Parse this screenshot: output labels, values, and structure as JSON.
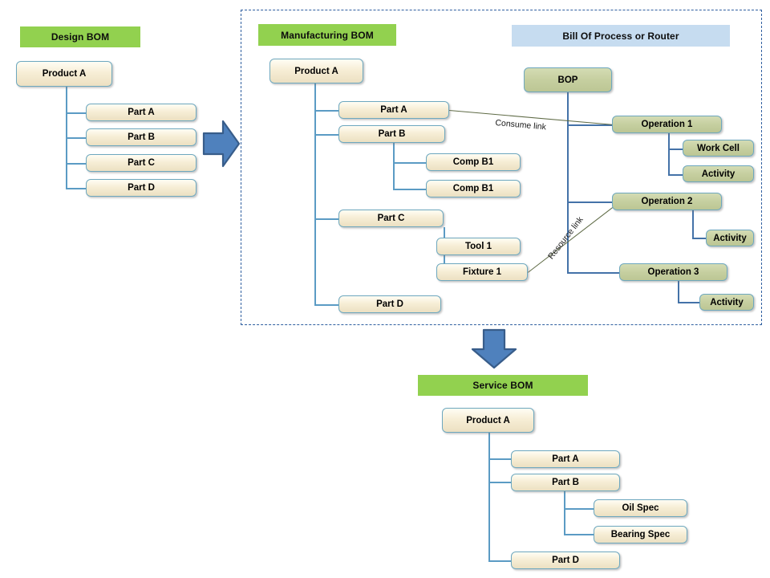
{
  "colors": {
    "band_green": "#92D14F",
    "band_blue": "#C6DCF0",
    "node_cream": "#F3E8CC",
    "node_sage": "#C6CFA0",
    "node_border": "#6EA8BF",
    "connector": "#5B9BC4",
    "arrow_fill": "#4F81BD",
    "arrow_border": "#385D8A",
    "dashed_border": "#2F5FA0",
    "link_line": "#5F6B46"
  },
  "sections": {
    "design_bom": {
      "title": "Design BOM",
      "root": "Product A",
      "children": [
        "Part A",
        "Part B",
        "Part C",
        "Part D"
      ]
    },
    "manufacturing_bom": {
      "title": "Manufacturing BOM",
      "root": "Product A",
      "children": [
        {
          "label": "Part A",
          "children": []
        },
        {
          "label": "Part B",
          "children": [
            "Comp B1",
            "Comp B1"
          ]
        },
        {
          "label": "Part C",
          "children": [
            "Tool 1",
            "Fixture 1"
          ]
        },
        {
          "label": "Part D",
          "children": []
        }
      ]
    },
    "bill_of_process": {
      "title": "Bill Of Process or Router",
      "root": "BOP",
      "operations": [
        {
          "label": "Operation 1",
          "children": [
            "Work Cell",
            "Activity"
          ]
        },
        {
          "label": "Operation 2",
          "children": [
            "Activity"
          ]
        },
        {
          "label": "Operation 3",
          "children": [
            "Activity"
          ]
        }
      ]
    },
    "service_bom": {
      "title": "Service BOM",
      "root": "Product A",
      "children": [
        {
          "label": "Part A",
          "children": []
        },
        {
          "label": "Part B",
          "children": [
            "Oil Spec",
            "Bearing Spec"
          ]
        },
        {
          "label": "Part D",
          "children": []
        }
      ]
    }
  },
  "links": {
    "consume": "Consume link",
    "resource": "Resource link"
  },
  "arrows": {
    "design_to_manufacturing": "right-arrow",
    "manufacturing_to_service": "down-arrow"
  }
}
